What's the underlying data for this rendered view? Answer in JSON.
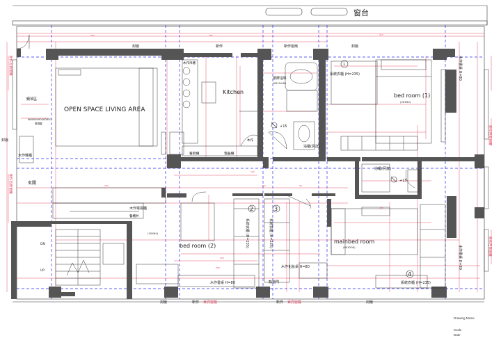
{
  "labels": {
    "balcony": "窗台",
    "seal_left": "封版",
    "new_top": "新作",
    "new_window_top": "新作窗扇",
    "seal_right": "封版",
    "new_left1": "新作百頁窗簾",
    "seal_side": "封版",
    "new_left2": "新作百頁窗簾",
    "piano": "鋼琴區",
    "piano_dim": "W600XH900XD850",
    "piano_sub": "電視櫃",
    "living": "OPEN SPACE LIVING AREA",
    "wood_shoe": "木作鞋櫃",
    "entry": "玄關",
    "kitchen_cab": "木作吊櫃",
    "kitchen": "Kitchen",
    "wood_k": "木作",
    "dining_cab": "餐廚櫃",
    "app_cab": "電器櫃",
    "bathtub": "按摩浴缸",
    "bathtub_dim": "181*94*60",
    "plus15_a": "+15",
    "bath_cab1": "浴櫃(另詳)",
    "wardrobe1": "系統衣櫃 (H=235)",
    "circle1": "1",
    "bedroom1": "bed room (1)",
    "bedroom1_dim": "(20X90)",
    "wood_book1": "木作書桌 H=80",
    "new_right": "新作百頁窗簾",
    "new_right2": "新作百頁窗簾",
    "bath_cab2": "浴櫃(另詳)",
    "plus15_b": "+15",
    "tv_wood": "木作電視櫃",
    "tv_sub": "餐櫃井",
    "bedroom2_dim": "(20X90)",
    "bedroom2": "bed room (2)",
    "circle2": "2",
    "wardrobe2": "系統衣櫃 (H=235)",
    "circle3": "3",
    "wardrobe3": "系統衣櫃 (H=235)",
    "master": "mainbed room",
    "master_dim": "(80X200)",
    "wood_vanity": "木作化妝桌 H=80",
    "circle4": "4",
    "wardrobe4": "系統衣櫃 (H=235)",
    "wood_book2": "木作書桌 H=80",
    "track_door": "軌道門",
    "wood_book3": "木作書桌 H=80",
    "seal_b1": "封版",
    "new_b1": "新作",
    "blind_b1": "百頁窗簾",
    "new_b2": "新作",
    "blind_b2": "百頁窗簾",
    "seal_b2": "封版",
    "dn": "DN",
    "up": "UP"
  },
  "title_block": {
    "drawing_name": "Drawing Name",
    "scale": "Scale",
    "date": "Date"
  },
  "colors": {
    "wall": "#555555",
    "grid": "#2a2af0",
    "dim": "#e0405a",
    "line": "#333333"
  }
}
